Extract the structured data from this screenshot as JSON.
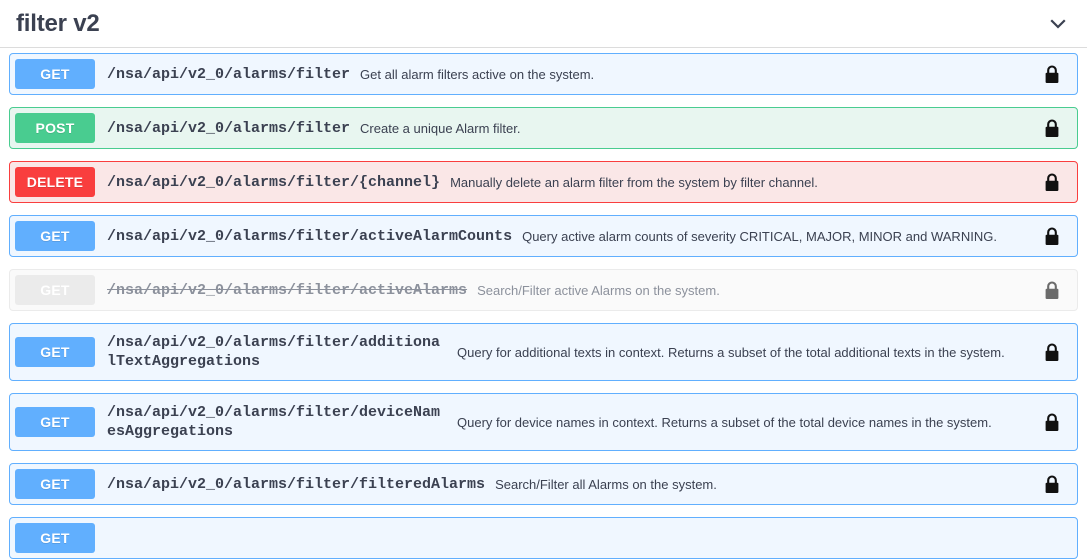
{
  "tag": {
    "title": "filter v2",
    "expand_icon": "chevron-down-icon"
  },
  "operations": [
    {
      "method": "GET",
      "method_class": "get",
      "path": "/nsa/api/v2_0/alarms/filter",
      "description": "Get all alarm filters active on the system.",
      "locked": true,
      "deprecated": false,
      "layout": "inline"
    },
    {
      "method": "POST",
      "method_class": "post",
      "path": "/nsa/api/v2_0/alarms/filter",
      "description": "Create a unique Alarm filter.",
      "locked": true,
      "deprecated": false,
      "layout": "inline"
    },
    {
      "method": "DELETE",
      "method_class": "delete",
      "path": "/nsa/api/v2_0/alarms/filter/{channel}",
      "description": "Manually delete an alarm filter from the system by filter channel.",
      "locked": true,
      "deprecated": false,
      "layout": "inline"
    },
    {
      "method": "GET",
      "method_class": "get",
      "path": "/nsa/api/v2_0/alarms/filter/activeAlarmCounts",
      "description": "Query active alarm counts of severity CRITICAL, MAJOR, MINOR and WARNING.",
      "locked": true,
      "deprecated": false,
      "layout": "inline"
    },
    {
      "method": "GET",
      "method_class": "get",
      "path": "/nsa/api/v2_0/alarms/filter/activeAlarms",
      "description": "Search/Filter active Alarms on the system.",
      "locked": true,
      "deprecated": true,
      "layout": "inline"
    },
    {
      "method": "GET",
      "method_class": "get",
      "path": "/nsa/api/v2_0/alarms/filter/additionalTextAggregations",
      "description": "Query for additional texts in context. Returns a subset of the total additional texts in the system.",
      "locked": true,
      "deprecated": false,
      "layout": "two-col"
    },
    {
      "method": "GET",
      "method_class": "get",
      "path": "/nsa/api/v2_0/alarms/filter/deviceNamesAggregations",
      "description": "Query for device names in context. Returns a subset of the total device names in the system.",
      "locked": true,
      "deprecated": false,
      "layout": "two-col"
    },
    {
      "method": "GET",
      "method_class": "get",
      "path": "/nsa/api/v2_0/alarms/filter/filteredAlarms",
      "description": "Search/Filter all Alarms on the system.",
      "locked": true,
      "deprecated": false,
      "layout": "inline"
    },
    {
      "method": "GET",
      "method_class": "get",
      "path": "",
      "description": "",
      "locked": false,
      "deprecated": false,
      "layout": "inline"
    }
  ],
  "colors": {
    "get": "#61affe",
    "post": "#49cc90",
    "delete": "#f93e3e",
    "deprecated": "#ebebeb",
    "text": "#3b4151",
    "muted": "#8c919c"
  }
}
